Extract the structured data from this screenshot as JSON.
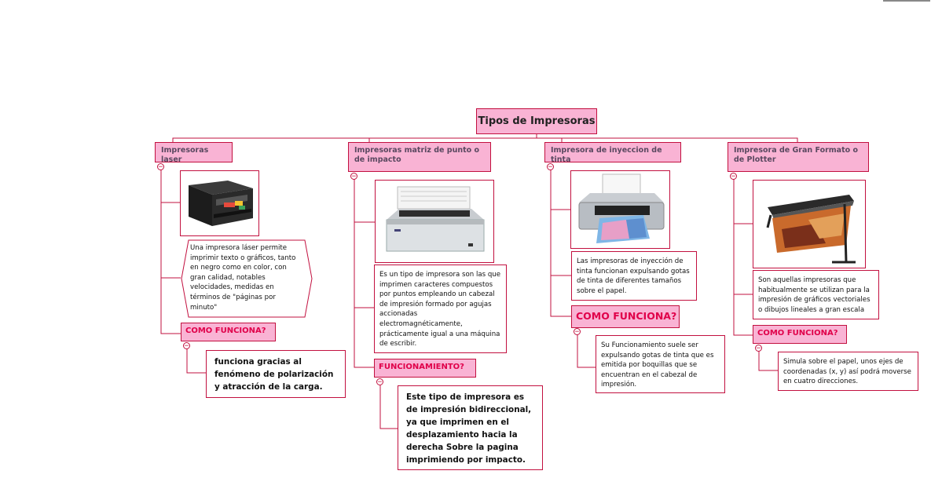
{
  "root": {
    "title": "Tipos de Impresoras"
  },
  "branches": [
    {
      "title": "Impresoras laser",
      "description": "Una impresora láser permite imprimir texto o gráficos, tanto en negro como en color, con gran calidad, notables velocidades, medidas en términos de \"páginas por minuto\"",
      "label": "COMO FUNCIONA?",
      "detail": "funciona gracias al fenómeno de polarización y atracción de la carga."
    },
    {
      "title": "Impresoras matriz de punto o de impacto",
      "description": "Es un tipo de impresora  son las que imprimen caracteres compuestos por puntos empleando un cabezal de impresión formado por agujas accionadas electromagnéticamente, prácticamente igual a una máquina de escribir.",
      "label": "FUNCIONAMIENTO?",
      "detail": "Este tipo de impresora es de impresión bidireccional, ya que imprimen en el desplazamiento hacia la derecha Sobre la pagina imprimiendo por impacto."
    },
    {
      "title": "Impresora de inyeccion de tinta",
      "description": "Las impresoras de inyección de tinta funcionan expulsando gotas de tinta de diferentes tamaños sobre el papel.",
      "label": "COMO FUNCIONA?",
      "detail": "Su Funcionamiento suele ser expulsando gotas de tinta que  es emitida por boquillas que se encuentran en el cabezal de impresión."
    },
    {
      "title": "Impresora de Gran Formato o de Plotter",
      "description": "Son aquellas impresoras que habitualmente se utilizan para la impresión de gráficos vectoriales o dibujos lineales a  gran escala",
      "label": "COMO FUNCIONA?",
      "detail": "Simula sobre el papel, unos ejes de coordenadas (x, y) así podrá moverse en cuatro direcciones."
    }
  ],
  "colors": {
    "node_fill": "#f9b3d4",
    "border": "#c2103f",
    "label_text": "#e0004a"
  },
  "icons": [
    "laser-printer-image",
    "dot-matrix-printer-image",
    "inkjet-printer-image",
    "plotter-printer-image",
    "collapse-toggle-icon"
  ]
}
